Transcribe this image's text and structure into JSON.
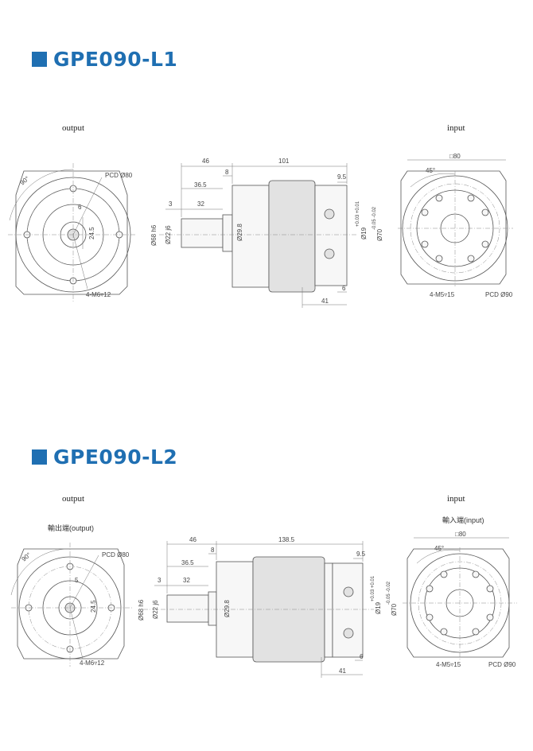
{
  "sections": [
    {
      "title": "GPE090-L1",
      "output_label": "output",
      "output_sublabel": "",
      "input_label": "input",
      "input_sublabel": "",
      "output_view": {
        "angle": "90°",
        "pcd": "PCD Ø80",
        "dim_small": "6",
        "dim_height": "24.5",
        "holes": "4-M6▿12"
      },
      "side_view": {
        "d46": "46",
        "d101": "101",
        "d8": "8",
        "d36_5": "36.5",
        "d9_5": "9.5",
        "d3": "3",
        "d32": "32",
        "d68": "Ø68 h6",
        "d22": "Ø22 j6",
        "d29_8": "Ø29.8",
        "d19": "Ø19",
        "d19_tol": "+0.03 +0.01",
        "d70": "Ø70",
        "d70_tol": "-0.05 -0.02",
        "d6": "6",
        "d41": "41"
      },
      "input_view": {
        "square": "□80",
        "angle": "45°",
        "holes": "4-M5▿15",
        "pcd": "PCD Ø90"
      }
    },
    {
      "title": "GPE090-L2",
      "output_label": "output",
      "output_sublabel": "輸出端(output)",
      "input_label": "input",
      "input_sublabel": "輸入端(input)",
      "output_view": {
        "angle": "90°",
        "pcd": "PCD Ø80",
        "dim_small": "5",
        "dim_height": "24.5",
        "holes": "4-M6▿12"
      },
      "side_view": {
        "d46": "46",
        "d101": "138.5",
        "d8": "8",
        "d36_5": "36.5",
        "d9_5": "9.5",
        "d3": "3",
        "d32": "32",
        "d68": "Ø68 h6",
        "d22": "Ø22 j6",
        "d29_8": "Ø29.8",
        "d19": "Ø19",
        "d19_tol": "+0.03 +0.01",
        "d70": "Ø70",
        "d70_tol": "-0.05 -0.02",
        "d6": "6",
        "d41": "41"
      },
      "input_view": {
        "square": "□80",
        "angle": "45°",
        "holes": "4-M5▿15",
        "pcd": "PCD Ø90"
      }
    }
  ],
  "colors": {
    "title": "#1f6fb2",
    "line": "#555555"
  }
}
